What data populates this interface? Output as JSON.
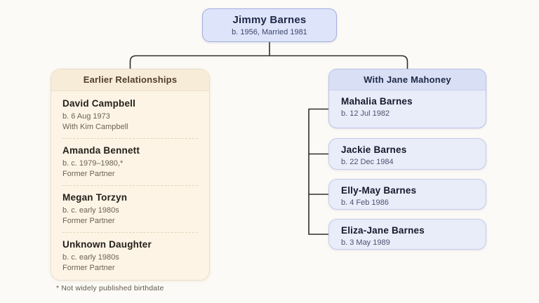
{
  "root": {
    "name": "Jimmy Barnes",
    "detail": "b. 1956, Married 1981"
  },
  "left_panel": {
    "title": "Earlier Relationships",
    "entries": [
      {
        "name": "David Campbell",
        "line1": "b. 6 Aug 1973",
        "line2": "With Kim Campbell"
      },
      {
        "name": "Amanda Bennett",
        "line1": "b. c. 1979–1980,*",
        "line2": "Former Partner"
      },
      {
        "name": "Megan Torzyn",
        "line1": "b. c. early 1980s",
        "line2": "Former Partner"
      },
      {
        "name": "Unknown Daughter",
        "line1": "b. c. early 1980s",
        "line2": "Former Partner"
      }
    ],
    "footnote": "* Not widely published birthdate"
  },
  "right_panel": {
    "title": "With Jane Mahoney",
    "children": [
      {
        "name": "Mahalia Barnes",
        "detail": "b. 12 Jul 1982"
      },
      {
        "name": "Jackie Barnes",
        "detail": "b. 22 Dec 1984"
      },
      {
        "name": "Elly-May Barnes",
        "detail": "b. 4 Feb 1986"
      },
      {
        "name": "Eliza-Jane Barnes",
        "detail": "b. 3 May 1989"
      }
    ]
  },
  "colors": {
    "background": "#fcfaf6",
    "root_box_fill": "#dee4fa",
    "root_box_border": "#a3aedd",
    "left_panel_fill": "#fdf4e6",
    "left_panel_header_fill": "#f7ecd8",
    "left_panel_border": "#ecdfc8",
    "right_card_fill": "#e9ecf9",
    "right_header_fill": "#d9dff5",
    "right_card_border": "#b9c2e4",
    "connector_line": "#2e2e2e",
    "title_text": "#1d2947",
    "left_title_text": "#4f3e29"
  }
}
